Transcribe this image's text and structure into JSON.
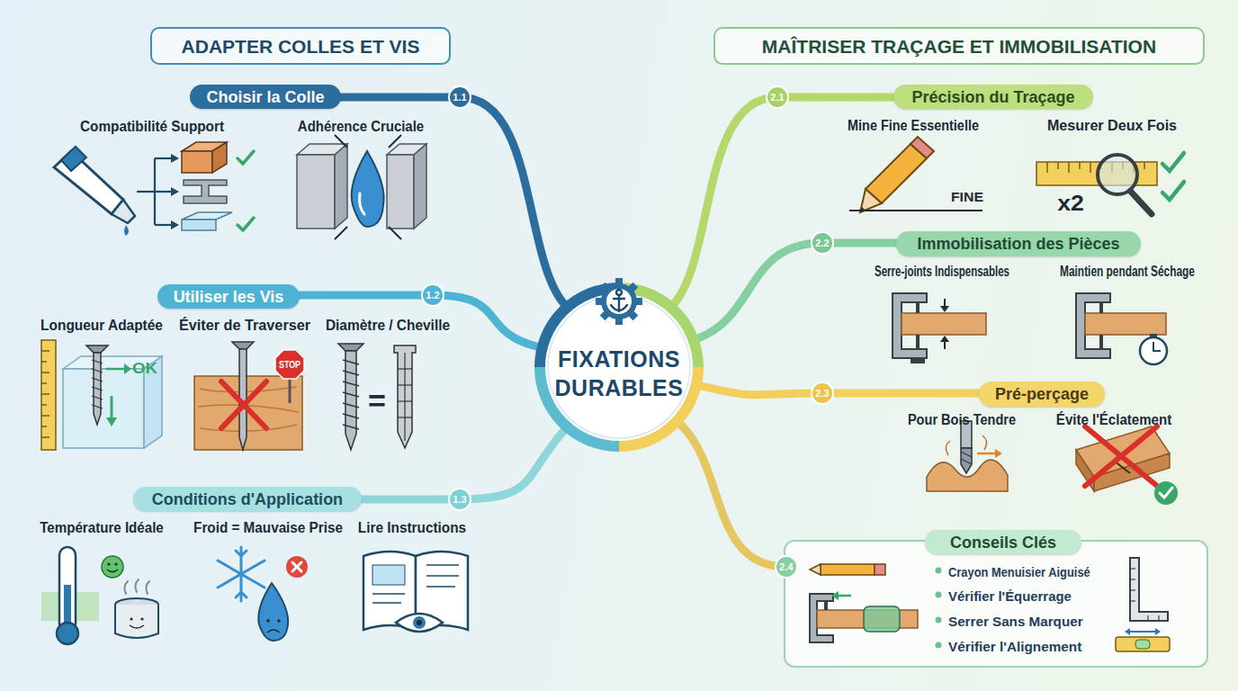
{
  "diagram": {
    "nodes": [
      {
        "text": [
          "ADAPTER COLLES ET VIS"
        ]
      },
      {
        "text": [
          "MAÎTRISER TRAÇAGE ET IMMOBILISATION"
        ]
      },
      {
        "text": [
          "FIXATIONS DURABLES"
        ]
      },
      {
        "text": [
          "Choisir la Colle"
        ]
      },
      {
        "text": [
          "Utiliser les Vis"
        ]
      },
      {
        "text": [
          "Conditions d'Application"
        ]
      },
      {
        "text": [
          "Précision du Traçage"
        ]
      },
      {
        "text": [
          "Immobilisation des Pièces"
        ]
      },
      {
        "text": [
          "Pré-perçage"
        ]
      },
      {
        "text": [
          "Crayon Menuisier Aiguisé",
          "Vérifier l'Équerrage",
          "Serrer Sans Marquer",
          "Vérifier l'Alignement"
        ]
      },
      {
        "text": [
          "Conseils Clés"
        ],
        "in": 9
      }
    ],
    "edges": [
      {
        "from": 2,
        "to": 3,
        "arrow": "none"
      },
      {
        "from": 2,
        "to": 4,
        "arrow": "none"
      },
      {
        "from": 2,
        "to": 5,
        "arrow": "none"
      },
      {
        "from": 2,
        "to": 6,
        "arrow": "none"
      },
      {
        "from": 2,
        "to": 7,
        "arrow": "none"
      },
      {
        "from": 2,
        "to": 8,
        "arrow": "none"
      },
      {
        "from": 2,
        "to": 9,
        "arrow": "none"
      }
    ],
    "labels": [
      "1.1",
      "Compatibilité Support",
      "Adhérence Cruciale",
      "OK",
      "1.2",
      "Longueur Adaptée",
      "Éviter de Traverser",
      "STOP",
      "Diamètre / Cheville",
      "=",
      "1.3",
      "Température Idéale",
      "Froid = Mauvaise Prise",
      "Lire Instructions",
      "2.1",
      "Mine Fine Essentielle",
      "Mesurer Deux Fois",
      "FINE",
      "x2",
      "2.2",
      "Serre-joints Indispensables",
      "Maintien pendant Séchage",
      "2.3",
      "Pour Bois Tendre",
      "Évite l'Éclatement",
      "2.4"
    ]
  }
}
